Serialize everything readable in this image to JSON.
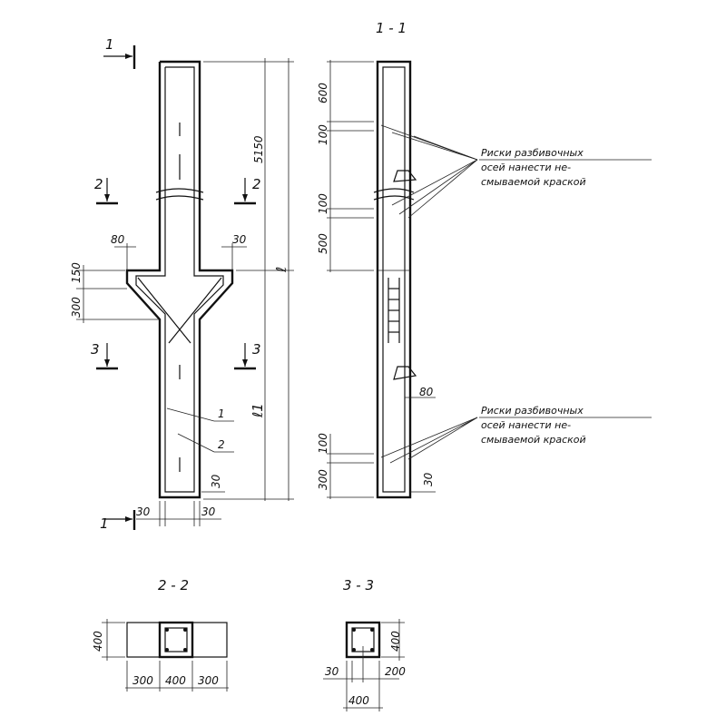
{
  "sections": {
    "s11": "1 - 1",
    "s22": "2 - 2",
    "s33": "3 - 3"
  },
  "markers": {
    "one": "1",
    "two": "2",
    "three": "3"
  },
  "dims": {
    "d5150": "5150",
    "d80": "80",
    "d30": "30",
    "d150": "150",
    "d300": "300",
    "d600": "600",
    "d100": "100",
    "d500": "500",
    "d400": "400",
    "d200": "200",
    "l": "ℓ",
    "l1": "ℓ1"
  },
  "leaders": {
    "one": "1",
    "two": "2"
  },
  "notes": {
    "line1": "Риски разбивочных",
    "line2": "осей нанести не-",
    "line3": "смываемой краской"
  }
}
